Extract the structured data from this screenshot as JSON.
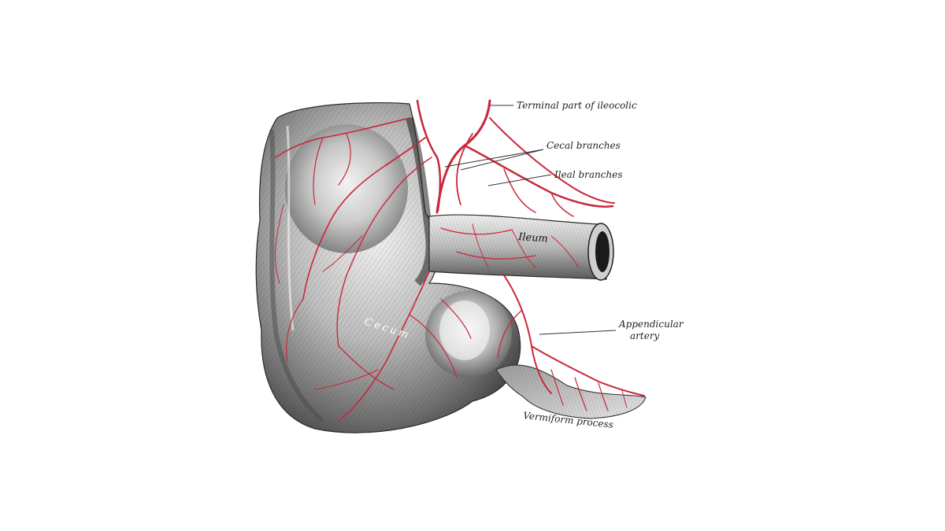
{
  "figure": {
    "colors": {
      "background": "#ffffff",
      "artery": "#c8283a",
      "tissue_dark": "#3a3a3a",
      "tissue_mid": "#8a8a8a",
      "tissue_light": "#d9d9d9"
    },
    "labels": {
      "terminal_ileocolic": "Terminal part of ileocolic",
      "cecal_branches": "Cecal branches",
      "ileal_branches": "Ileal branches",
      "ileum": "Ileum",
      "cecum": "Cecum",
      "appendicular_line1": "Appendicular",
      "appendicular_line2": "artery",
      "vermiform_process": "Vermiform process"
    }
  }
}
